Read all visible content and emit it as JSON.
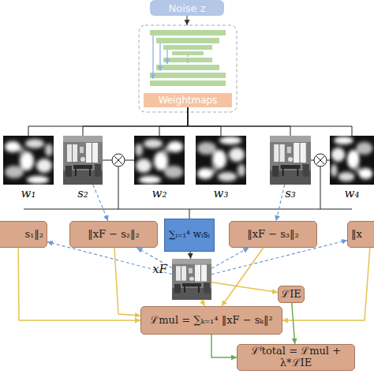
{
  "diagram": {
    "nodes": [
      {
        "text": [
          "Noise z"
        ]
      },
      {
        "text": [
          "Weightmaps"
        ]
      },
      {
        "text": [
          "w₁"
        ]
      },
      {
        "text": [
          "s₂"
        ]
      },
      {
        "text": [
          "w₂"
        ]
      },
      {
        "text": [
          "w₃"
        ]
      },
      {
        "text": [
          "s₃"
        ]
      },
      {
        "text": [
          "w₄"
        ]
      },
      {
        "text": [
          "s₁‖₂"
        ]
      },
      {
        "text": [
          "‖xF − s₂‖₂"
        ]
      },
      {
        "text": [
          "∑ᵢ₌₁⁴ wᵢsᵢ"
        ]
      },
      {
        "text": [
          "‖xF − s₃‖₂"
        ]
      },
      {
        "text": [
          "‖x"
        ]
      },
      {
        "text": [
          "xF"
        ]
      },
      {
        "text": [
          "ℒIE"
        ]
      },
      {
        "text": [
          "ℒmul = ∑ₖ₌₁⁴ ‖xF − sₖ‖²"
        ]
      },
      {
        "text": [
          "ℒᶠtotal = ℒmul + λ*ℒIE"
        ]
      }
    ],
    "edges": [
      {
        "from": 1,
        "to": 2,
        "arrow": "none"
      },
      {
        "from": 1,
        "to": 3,
        "arrow": "none"
      },
      {
        "from": 1,
        "to": 4,
        "arrow": "none"
      },
      {
        "from": 1,
        "to": 5,
        "arrow": "none"
      },
      {
        "from": 1,
        "to": 6,
        "arrow": "none"
      },
      {
        "from": 1,
        "to": 7,
        "arrow": "none"
      },
      {
        "from": 3,
        "to": 9,
        "arrow": "to"
      },
      {
        "from": 6,
        "to": 11,
        "arrow": "to"
      },
      {
        "from": 13,
        "to": 8,
        "arrow": "to"
      },
      {
        "from": 13,
        "to": 9,
        "arrow": "to"
      },
      {
        "from": 13,
        "to": 11,
        "arrow": "to"
      },
      {
        "from": 13,
        "to": 12,
        "arrow": "to"
      },
      {
        "from": 10,
        "to": 13,
        "arrow": "to"
      },
      {
        "from": 8,
        "to": 15,
        "arrow": "to"
      },
      {
        "from": 9,
        "to": 15,
        "arrow": "to"
      },
      {
        "from": 11,
        "to": 15,
        "arrow": "to"
      },
      {
        "from": 12,
        "to": 15,
        "arrow": "to"
      },
      {
        "from": 13,
        "to": 14,
        "arrow": "to"
      },
      {
        "from": 13,
        "to": 15,
        "arrow": "to"
      },
      {
        "from": 14,
        "to": 16,
        "arrow": "to"
      },
      {
        "from": 15,
        "to": 16,
        "arrow": "to"
      }
    ]
  }
}
